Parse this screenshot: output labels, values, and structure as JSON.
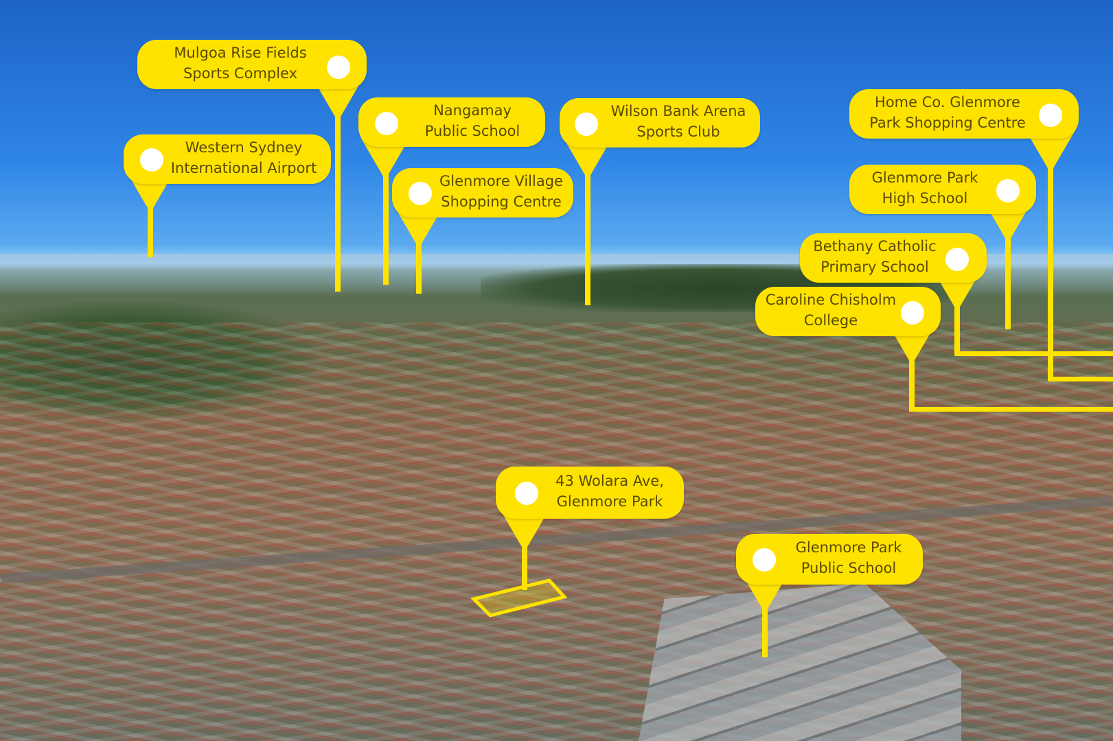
{
  "labels": {
    "mulgoa": {
      "line1": "Mulgoa Rise Fields",
      "line2": "Sports Complex"
    },
    "airport": {
      "line1": "Western Sydney",
      "line2": "International Airport"
    },
    "nangamay": {
      "line1": "Nangamay",
      "line2": "Public School"
    },
    "glenmore_village": {
      "line1": "Glenmore Village",
      "line2": "Shopping Centre"
    },
    "wilson_bank": {
      "line1": "Wilson Bank Arena",
      "line2": "Sports Club"
    },
    "homeco": {
      "line1": "Home Co. Glenmore",
      "line2": "Park Shopping Centre"
    },
    "high_school": {
      "line1": "Glenmore Park",
      "line2": "High School"
    },
    "bethany": {
      "line1": "Bethany Catholic",
      "line2": "Primary School"
    },
    "caroline": {
      "line1": "Caroline Chisholm",
      "line2": "College"
    },
    "property": {
      "line1": "43 Wolara Ave,",
      "line2": "Glenmore Park"
    },
    "public_school": {
      "line1": "Glenmore Park",
      "line2": "Public School"
    }
  },
  "colors": {
    "marker": "#ffe300",
    "marker_text": "#5a4a00",
    "dot": "#ffffff",
    "sky": "#2f86e6"
  }
}
